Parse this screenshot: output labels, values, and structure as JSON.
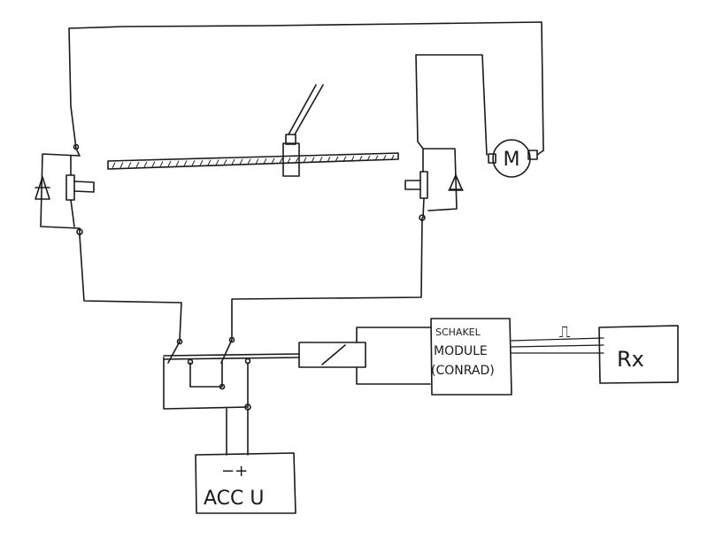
{
  "labels": {
    "motor": "M",
    "switch_module_line1": "SCHAKEL",
    "switch_module_line2": "MODULE",
    "switch_module_line3": "(CONRAD)",
    "receiver": "Rx",
    "pulse": "⎍",
    "battery_polarity": "−+",
    "battery": "ACC U"
  }
}
